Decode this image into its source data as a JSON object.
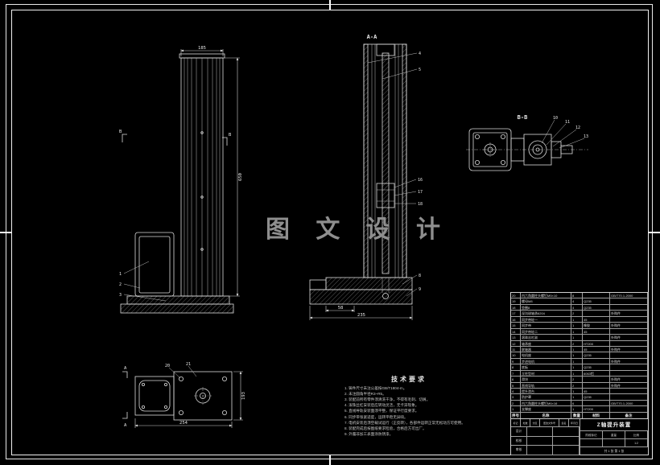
{
  "watermark": "图 文 设 计",
  "labels": {
    "section_aa": "A-A",
    "section_bb": "B-B",
    "mark_front": "B",
    "mark_bottom": "A"
  },
  "dims": {
    "front_width": "185",
    "front_height": "650",
    "section_base_step": "58",
    "section_base_width": "235",
    "bottom_width": "254",
    "bottom_height": "193"
  },
  "balloons": {
    "front": [
      "1",
      "2",
      "3"
    ],
    "section_top": [
      "4",
      "5"
    ],
    "section_mid": [
      "16",
      "17",
      "18"
    ],
    "section_bottom": [
      "8",
      "9"
    ],
    "side": [
      "10",
      "11",
      "12",
      "13"
    ],
    "bottom": [
      "20",
      "21"
    ]
  },
  "tech_requirements": {
    "title": "技术要求",
    "items": [
      "1. 铸件尺寸未注公差按GB/T1804-m。",
      "2. 未注圆角半径R3~R5。",
      "3. 装配前所有零件须清洗干净，不得有毛刺、切屑。",
      "4. 滚珠丝杠安装后应转动灵活，无卡滞现象。",
      "5. 直线导轨安装面须平整，保证平行度要求。",
      "6. 同步带张紧适度，运转平稳无异响。",
      "7. 电机安装后须空载试运行（正反转），各部件运转正常无松动方可使用。",
      "8. 装配完成后按图纸要求检验，合格后方可出厂。",
      "9. 外露非加工表面涂防锈漆。"
    ]
  },
  "bom": {
    "headers": [
      "序号",
      "名称",
      "数量",
      "材料",
      "备注"
    ],
    "rows": [
      [
        "20",
        "内六角圆柱头螺钉M5×10",
        "8",
        "",
        "GB/T70.1-2000"
      ],
      [
        "19",
        "螺母M8",
        "4",
        "Q235",
        ""
      ],
      [
        "18",
        "垫圈8",
        "4",
        "Q235",
        ""
      ],
      [
        "17",
        "深沟球轴承6204",
        "2",
        "",
        "外购件"
      ],
      [
        "16",
        "同步带轮一",
        "1",
        "45",
        ""
      ],
      [
        "15",
        "同步带",
        "1",
        "橡胶",
        "外购件"
      ],
      [
        "14",
        "同步带轮二",
        "1",
        "45",
        ""
      ],
      [
        "13",
        "滚珠丝杠副",
        "1",
        "",
        "外购件"
      ],
      [
        "12",
        "轴承座",
        "2",
        "HT200",
        ""
      ],
      [
        "11",
        "联轴器",
        "1",
        "45",
        "外购件"
      ],
      [
        "10",
        "电机座",
        "1",
        "Q235",
        ""
      ],
      [
        "9",
        "步进电机",
        "1",
        "",
        "外购件"
      ],
      [
        "8",
        "底板",
        "1",
        "Q235",
        ""
      ],
      [
        "7",
        "立柱型材",
        "1",
        "6063铝",
        ""
      ],
      [
        "6",
        "滑块",
        "2",
        "",
        "外购件"
      ],
      [
        "5",
        "直线导轨",
        "2",
        "",
        "外购件"
      ],
      [
        "4",
        "提升滑台",
        "1",
        "45",
        ""
      ],
      [
        "3",
        "防护罩",
        "1",
        "Q235",
        ""
      ],
      [
        "2",
        "内六角圆柱头螺钉M6×16",
        "6",
        "",
        "GB/T70.1-2000"
      ],
      [
        "1",
        "支撑座",
        "1",
        "HT200",
        ""
      ]
    ]
  },
  "title_block": {
    "name": "Z轴提升装置",
    "revision_headers": [
      "标记",
      "处数",
      "分区",
      "更改文件号",
      "签名",
      "年月日"
    ],
    "sign_rows": [
      "设计",
      "校核",
      "审核"
    ],
    "stage_label": "阶段标记",
    "weight_label": "重量",
    "scale_label": "比例",
    "scale_value": "1:2",
    "sheet_info": "共 1 张  第 1 张"
  }
}
